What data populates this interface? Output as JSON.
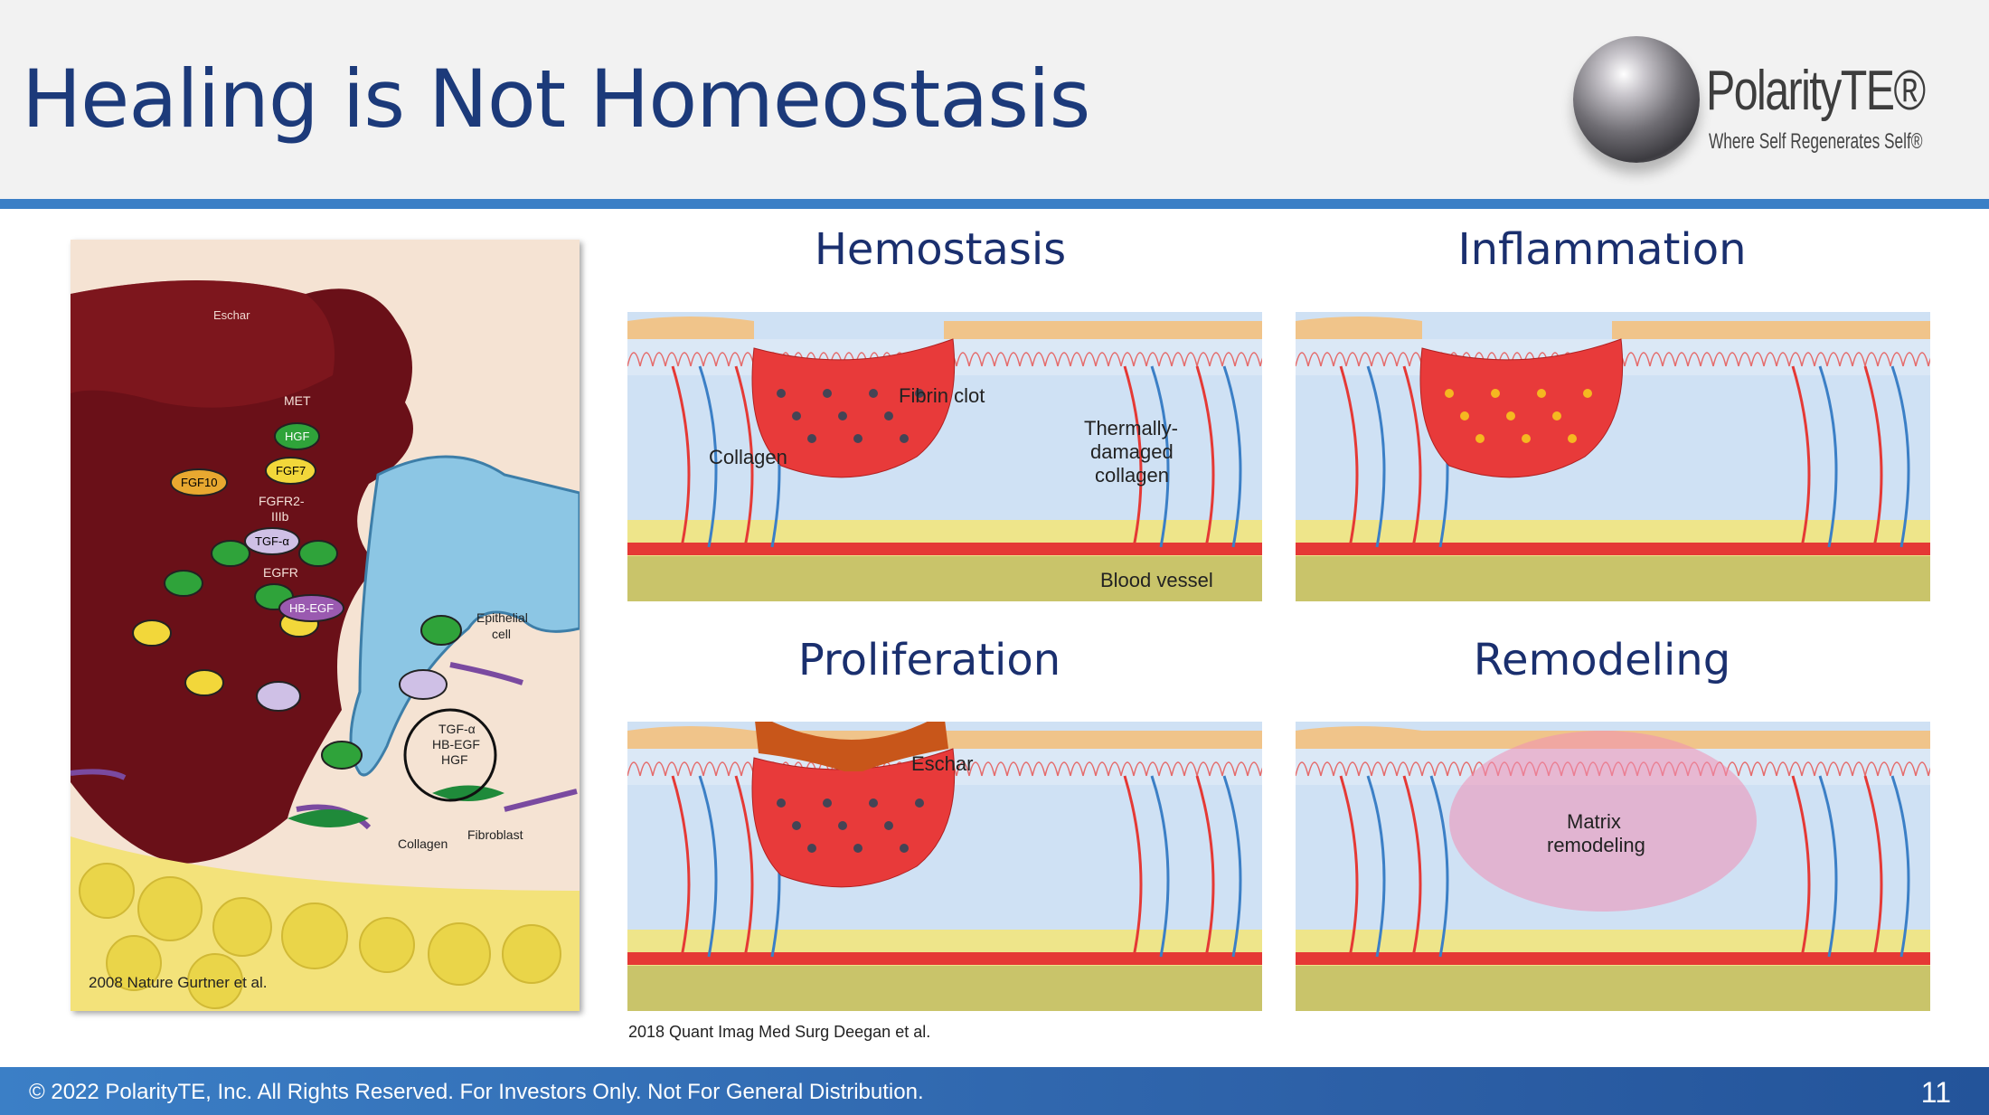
{
  "slide": {
    "title": "Healing is Not Homeostasis",
    "page_number": "11"
  },
  "logo": {
    "name": "PolarityTE®",
    "tagline": "Where Self Regenerates Self®"
  },
  "left_figure": {
    "labels": {
      "eschar": "Eschar",
      "met": "MET",
      "hgf": "HGF",
      "fgf7": "FGF7",
      "fgfr2": "FGFR2-",
      "iiib": "IIIb",
      "fgf10": "FGF10",
      "tgfa": "TGF-α",
      "egfr": "EGFR",
      "hbegf": "HB-EGF",
      "cycle1": "TGF-α",
      "cycle2": "HB-EGF",
      "cycle3": "HGF",
      "epithelial1": "Epithelial",
      "epithelial2": "cell",
      "collagen": "Collagen",
      "fibroblast": "Fibroblast"
    },
    "citation": "2008 Nature Gurtner et al."
  },
  "panels": [
    {
      "title": "Hemostasis",
      "labels": [
        "Fibrin clot",
        "Collagen",
        "Thermally-",
        "damaged",
        "collagen",
        "Blood vessel"
      ]
    },
    {
      "title": "Inflammation",
      "labels": []
    },
    {
      "title": "Proliferation",
      "labels": [
        "Eschar"
      ]
    },
    {
      "title": "Remodeling",
      "labels": [
        "Matrix",
        "remodeling"
      ]
    }
  ],
  "citation2": "2018 Quant Imag Med Surg Deegan et al.",
  "footer": {
    "text": "© 2022 PolarityTE, Inc.  All Rights Reserved.  For Investors Only.  Not For General Distribution."
  },
  "colors": {
    "title": "#1c3a7a",
    "accent": "#3b7fc6",
    "clot": "#e83a3a"
  }
}
